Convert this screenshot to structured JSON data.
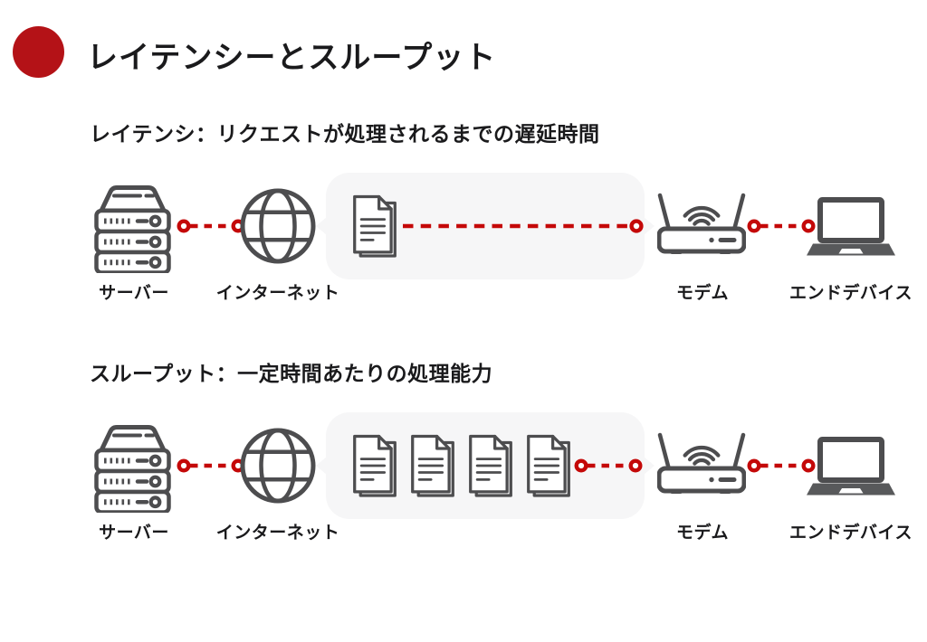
{
  "header": {
    "title": "レイテンシーとスループット",
    "bullet_icon": "red-dot"
  },
  "colors": {
    "accent_red": "#b41217",
    "connector_red": "#c40808",
    "icon_gray": "#4d4d4f",
    "icon_dark": "#58595b",
    "bubble_bg": "#f6f6f7",
    "text": "#1a1a1c"
  },
  "icons": {
    "server": "server-rack-icon",
    "internet": "globe-icon",
    "packet": "document-stack-icon",
    "modem": "wifi-router-icon",
    "device": "laptop-icon"
  },
  "sections": [
    {
      "id": "latency",
      "subtitle": "レイテンシ：リクエストが処理されるまでの遅延時間",
      "packet_count": 1,
      "labels": {
        "server": "サーバー",
        "internet": "インターネット",
        "modem": "モデム",
        "device": "エンドデバイス"
      }
    },
    {
      "id": "throughput",
      "subtitle": "スループット：一定時間あたりの処理能力",
      "packet_count": 4,
      "labels": {
        "server": "サーバー",
        "internet": "インターネット",
        "modem": "モデム",
        "device": "エンドデバイス"
      }
    }
  ]
}
